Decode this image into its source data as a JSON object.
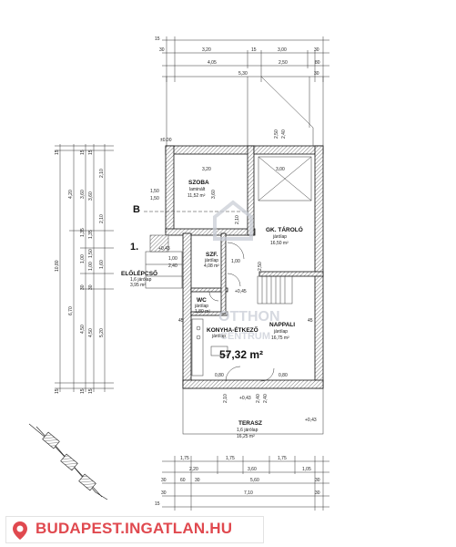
{
  "top_dims": {
    "row1": [
      "30",
      "3,20",
      "15",
      "3,00",
      "30"
    ],
    "row2": [
      "4,05",
      "2,50",
      "80"
    ],
    "row3": [
      "5,30",
      "30"
    ],
    "top_label": "15"
  },
  "left_dims": {
    "col1": [
      "15",
      "10,80",
      "15"
    ],
    "col2": [
      "4,20",
      "6,70",
      "4,50"
    ],
    "col3": [
      "15",
      "3,60",
      "1,35",
      "1,00",
      "30",
      "4,50",
      "15"
    ],
    "col4": [
      "15",
      "3,60",
      "1,35",
      "1,50",
      "1,00",
      "30",
      "4,50",
      "15"
    ],
    "col5": [
      "2,10",
      "2,10",
      "1,60",
      "5,20"
    ]
  },
  "bottom_dims": {
    "row1": [
      "1,75",
      "1,75",
      "1,75"
    ],
    "row2": [
      "2,20",
      "3,60",
      "1,05"
    ],
    "row3": [
      "30",
      "60",
      "30",
      "5,60",
      "30"
    ],
    "row4": [
      "30",
      "7,10",
      "30"
    ],
    "bottom_label": "15"
  },
  "levels": {
    "top_level": "±0.00",
    "entry_level": "+0,43",
    "inner_level": "+0,45",
    "terrace_level": "+0,43",
    "terrace_ext": "+0,43"
  },
  "rooms": {
    "szoba": {
      "name": "SZOBA",
      "floor": "laminált",
      "area": "11,52 m²"
    },
    "gk_tarolo": {
      "name": "GK. TÁROLÓ",
      "floor": "járólap",
      "area": "16,50 m²"
    },
    "szf": {
      "name": "SZF.",
      "floor": "járólap",
      "area": "4,08 m²"
    },
    "wc": {
      "name": "WC",
      "floor": "járólap",
      "area": "1,80 m²"
    },
    "konyha": {
      "name": "KONYHA-ÉTKEZŐ",
      "floor": "járólap",
      "area": ""
    },
    "nappali": {
      "name": "NAPPALI",
      "floor": "járólap",
      "area": "16,75 m²"
    },
    "elolepcso": {
      "name": "ELŐLÉPCSŐ",
      "floor": "1,6 járólap",
      "area": "3,95 m²"
    },
    "terasz": {
      "name": "TERASZ",
      "floor": "1,6 járólap",
      "area": "16,25 m²"
    }
  },
  "inner_dims": {
    "szoba_top": "3,20",
    "szoba_right": "3,60",
    "szoba_left_a": "1,50",
    "szoba_left_b": "1,50",
    "gk_top": "3,00",
    "gk_right": "2,50",
    "gk_right2": "2,40",
    "door_a": "2,10",
    "door_b": "1,00",
    "door_c": "2,40",
    "door_d": "1,00",
    "nappali_left": "45",
    "nappali_right": "45",
    "bottom_a": "2,10",
    "bottom_b": "2,40",
    "bottom_c": "2,40",
    "bottom_d": "0,80",
    "bottom_e": "0,80",
    "stair_a": "2,50"
  },
  "markers": {
    "floor_marker": "1.",
    "section_b": "B",
    "total_area": "57,32 m²"
  },
  "watermark": {
    "line1": "OTTHON",
    "line2": "CENTRUM"
  },
  "footer": {
    "brand": "BUDAPEST.INGATLAN.HU",
    "brand_color": "#e0494f"
  }
}
